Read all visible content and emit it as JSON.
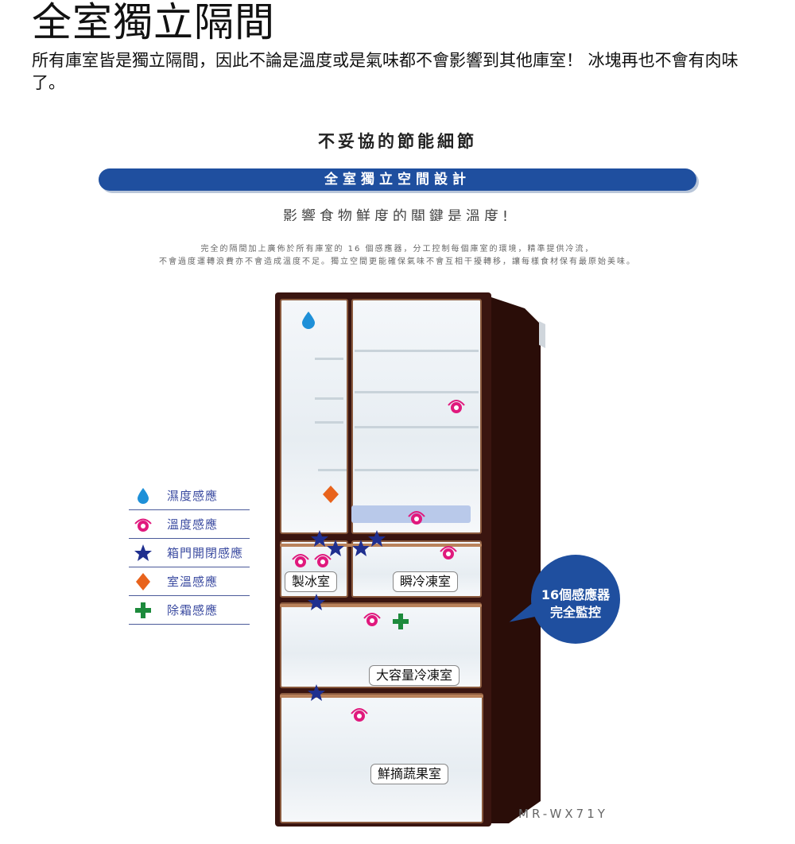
{
  "title": "全室獨立隔間",
  "intro": "所有庫室皆是獨立隔間，因此不論是溫度或是氣味都不會影響到其他庫室！ 冰塊再也不會有肉味了。",
  "headline": "不妥協的節能細節",
  "banner": "全室獨立空間設計",
  "subhead": "影響食物鮮度的關鍵是溫度!",
  "desc": [
    "完全的隔間加上廣佈於所有庫室的 16 個感應器，分工控制每個庫室的環境，精準提供冷流，",
    "不會過度運轉浪費亦不會造成溫度不足。獨立空間更能確保氣味不會互相干擾轉移，讓每樣食材保有最原始美味。"
  ],
  "legend": [
    {
      "icon": "water-drop-icon",
      "label": "濕度感應"
    },
    {
      "icon": "eye-icon",
      "label": "溫度感應"
    },
    {
      "icon": "star-icon",
      "label": "箱門開閉感應"
    },
    {
      "icon": "diamond-icon",
      "label": "室溫感應"
    },
    {
      "icon": "plus-icon",
      "label": "除霜感應"
    }
  ],
  "compartments": {
    "ice": "製冰室",
    "quick_freeze": "瞬冷凍室",
    "freezer": "大容量冷凍室",
    "vegetable": "鮮摘蔬果室"
  },
  "bubble": {
    "line1": "16個感應器",
    "line2": "完全監控"
  },
  "model": "MR-WX71Y",
  "colors": {
    "banner": "#1f4f9f",
    "eye": "#e0197d",
    "star": "#1f2f8f",
    "diamond": "#e8631c",
    "plus": "#1d8a3c",
    "drop": "#1e90d8"
  }
}
